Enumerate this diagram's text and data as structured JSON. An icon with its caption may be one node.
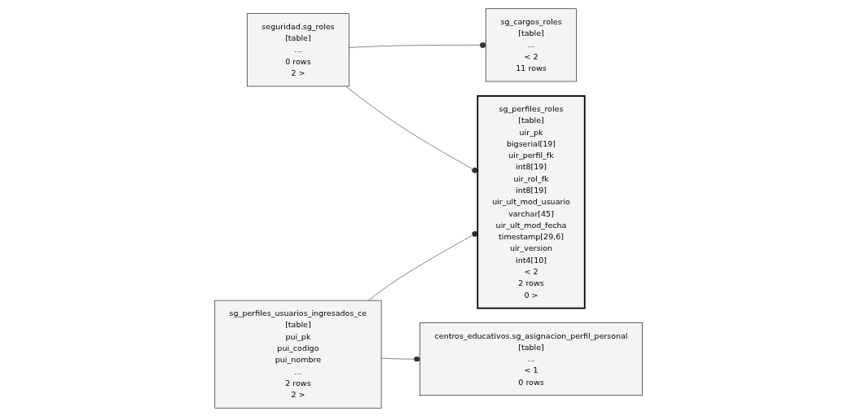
{
  "diagram": {
    "nodes": [
      {
        "text": [
          "sg_cargos_roles",
          "[table]",
          "...",
          "< 2",
          "11 rows"
        ]
      },
      {
        "text": [
          "seguridad.sg_roles",
          "[table]",
          "...",
          "0 rows",
          "2 >"
        ]
      },
      {
        "text": [
          "sg_perfiles_roles",
          "[table]",
          "uir_pk",
          "bigserial[19]",
          "uir_perfil_fk",
          "int8[19]",
          "uir_rol_fk",
          "int8[19]",
          "uir_ult_mod_usuario",
          "varchar[45]",
          "uir_ult_mod_fecha",
          "timestamp[29,6]",
          "uir_version",
          "int4[10]",
          "< 2",
          "2 rows",
          "0 >"
        ]
      },
      {
        "text": [
          "sg_perfiles_usuarios_ingresados_ce",
          "[table]",
          "pui_pk",
          "pui_codigo",
          "pui_nombre",
          "...",
          "2 rows",
          "2 >"
        ]
      },
      {
        "text": [
          "centros_educativos.sg_asignacion_perfil_personal",
          "[table]",
          "...",
          "< 1",
          "0 rows"
        ]
      }
    ],
    "edges": [
      {
        "from": 1,
        "to": 0,
        "arrow": "other"
      },
      {
        "from": 1,
        "to": 2,
        "arrow": "other"
      },
      {
        "from": 3,
        "to": 2,
        "arrow": "other"
      },
      {
        "from": 3,
        "to": 4,
        "arrow": "other"
      }
    ]
  }
}
